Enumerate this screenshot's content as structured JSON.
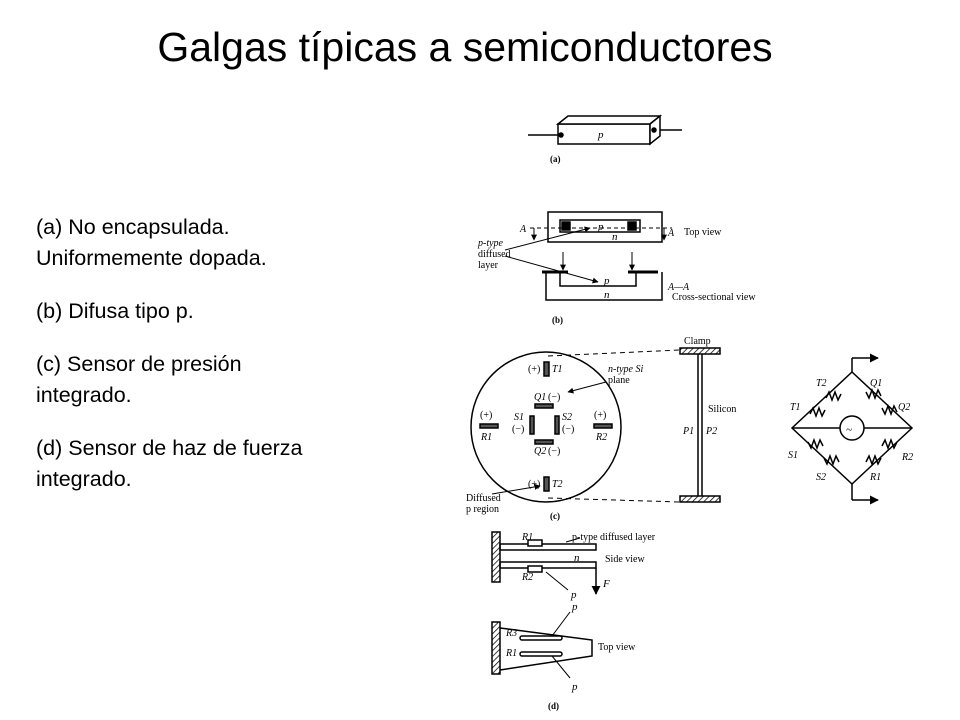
{
  "slide": {
    "title": "Galgas típicas a semiconductores",
    "descriptions": [
      {
        "lines": [
          "(a) No encapsulada.",
          "Uniformemente dopada."
        ]
      },
      {
        "lines": [
          "(b) Difusa tipo p."
        ]
      },
      {
        "lines": [
          "(c) Sensor de presión",
          "integrado."
        ]
      },
      {
        "lines": [
          "(d) Sensor de haz de fuerza",
          "integrado."
        ]
      }
    ]
  },
  "diagram": {
    "a": {
      "block_label": "p",
      "caption": "(a)"
    },
    "b": {
      "top_letter_left": "A",
      "top_letter_right": "A",
      "inner_p": "p",
      "inner_n": "n",
      "top_view": "Top view",
      "ptype_line1": "p-type",
      "ptype_line2": "diffused",
      "ptype_line3": "layer",
      "cross_p": "p",
      "cross_n": "n",
      "section_label": "A—A",
      "cross_view": "Cross-sectional view",
      "caption": "(b)"
    },
    "c": {
      "clamp": "Clamp",
      "ntype_line1": "n-type Si",
      "ntype_line2": "plane",
      "silicon": "Silicon",
      "p1": "P1",
      "p2": "P2",
      "t1": "T1",
      "t2": "T2",
      "q1": "Q1",
      "q2": "Q2",
      "s1": "S1",
      "s2": "S2",
      "r1": "R1",
      "r2": "R2",
      "plus": "(+)",
      "minus": "(−)",
      "diffused_line1": "Diffused",
      "diffused_line2": "p region",
      "caption": "(c)",
      "ac_symbol": "~"
    },
    "d": {
      "r1": "R1",
      "r2": "R2",
      "r3": "R3",
      "ptype_diffused": "p-type diffused layer",
      "side_view": "Side view",
      "n": "n",
      "p": "p",
      "f": "F",
      "top_view": "Top view",
      "caption": "(d)"
    }
  }
}
